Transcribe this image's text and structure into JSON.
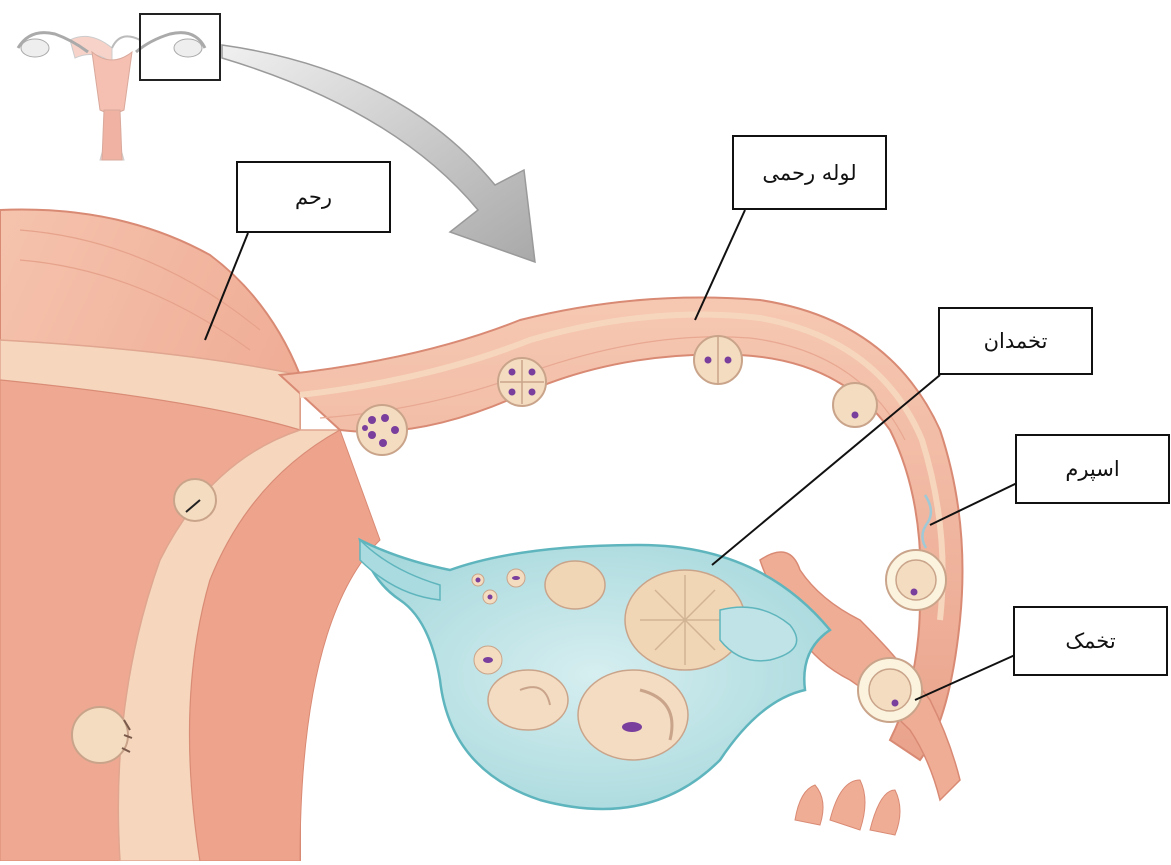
{
  "labels": {
    "uterus": "رحم",
    "fallopian_tube": "لوله رحمی",
    "ovary": "تخمدان",
    "sperm": "اسپرم",
    "egg": "تخمک"
  },
  "colors": {
    "uterus_wall": "#f2b5a0",
    "uterus_inner": "#f5cdb0",
    "tube": "#efb39c",
    "ovary": "#bfe3e6",
    "ovary_outline": "#5fb5bd",
    "follicle": "#f4dcc0",
    "nucleus": "#7a3e9d",
    "arrow": "#c9c9c9"
  }
}
